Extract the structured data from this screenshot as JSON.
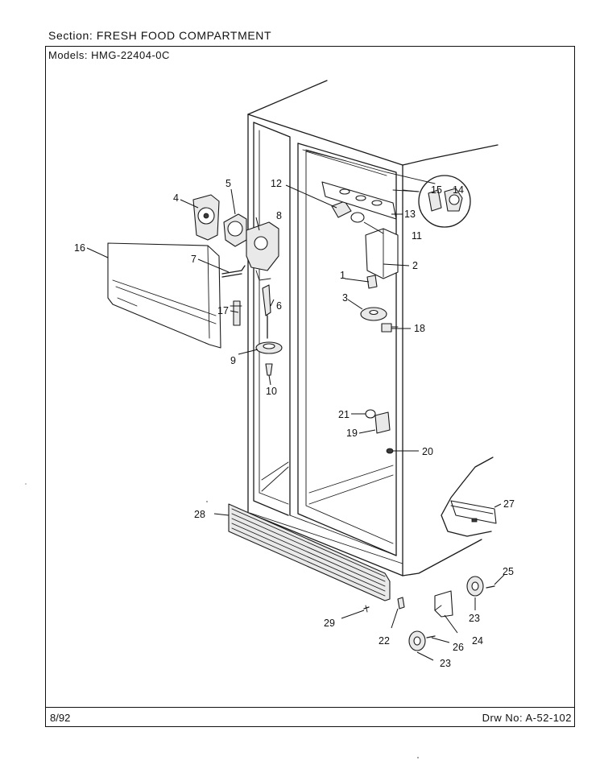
{
  "header": {
    "section_label": "Section:",
    "section_value": "FRESH FOOD COMPARTMENT",
    "models_label": "Models:",
    "models_value": "HMG-22404-0C"
  },
  "footer": {
    "date": "8/92",
    "drawing_label": "Drw No:",
    "drawing_number": "A-52-102"
  },
  "callouts": [
    {
      "id": "c1",
      "text": "1"
    },
    {
      "id": "c2",
      "text": "2"
    },
    {
      "id": "c3",
      "text": "3"
    },
    {
      "id": "c4",
      "text": "4"
    },
    {
      "id": "c5",
      "text": "5"
    },
    {
      "id": "c6",
      "text": "6"
    },
    {
      "id": "c7",
      "text": "7"
    },
    {
      "id": "c8",
      "text": "8"
    },
    {
      "id": "c9",
      "text": "9"
    },
    {
      "id": "c10",
      "text": "10"
    },
    {
      "id": "c11",
      "text": "11"
    },
    {
      "id": "c12",
      "text": "12"
    },
    {
      "id": "c13",
      "text": "13"
    },
    {
      "id": "c14",
      "text": "14"
    },
    {
      "id": "c15",
      "text": "15"
    },
    {
      "id": "c16",
      "text": "16"
    },
    {
      "id": "c17",
      "text": "17"
    },
    {
      "id": "c18",
      "text": "18"
    },
    {
      "id": "c19",
      "text": "19"
    },
    {
      "id": "c20",
      "text": "20"
    },
    {
      "id": "c21",
      "text": "21"
    },
    {
      "id": "c22",
      "text": "22"
    },
    {
      "id": "c23a",
      "text": "23"
    },
    {
      "id": "c23b",
      "text": "23"
    },
    {
      "id": "c24",
      "text": "24"
    },
    {
      "id": "c25",
      "text": "25"
    },
    {
      "id": "c26",
      "text": "26"
    },
    {
      "id": "c27",
      "text": "27"
    },
    {
      "id": "c28",
      "text": "28"
    },
    {
      "id": "c29",
      "text": "29"
    }
  ]
}
